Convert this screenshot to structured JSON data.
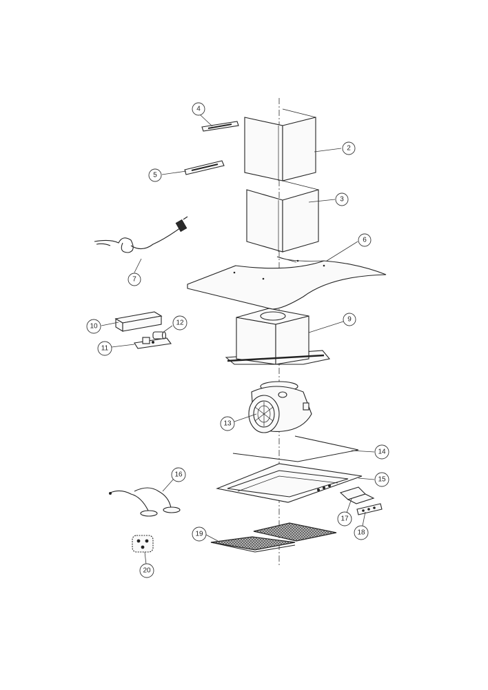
{
  "parts": [
    {
      "id": "p2",
      "label": "2"
    },
    {
      "id": "p3",
      "label": "3"
    },
    {
      "id": "p4",
      "label": "4"
    },
    {
      "id": "p5",
      "label": "5"
    },
    {
      "id": "p6",
      "label": "6"
    },
    {
      "id": "p7",
      "label": "7"
    },
    {
      "id": "p9",
      "label": "9"
    },
    {
      "id": "p10",
      "label": "10"
    },
    {
      "id": "p11",
      "label": "11"
    },
    {
      "id": "p12",
      "label": "12"
    },
    {
      "id": "p13",
      "label": "13"
    },
    {
      "id": "p14",
      "label": "14"
    },
    {
      "id": "p15",
      "label": "15"
    },
    {
      "id": "p16",
      "label": "16"
    },
    {
      "id": "p17",
      "label": "17"
    },
    {
      "id": "p18",
      "label": "18"
    },
    {
      "id": "p19",
      "label": "19"
    },
    {
      "id": "p20",
      "label": "20"
    }
  ]
}
